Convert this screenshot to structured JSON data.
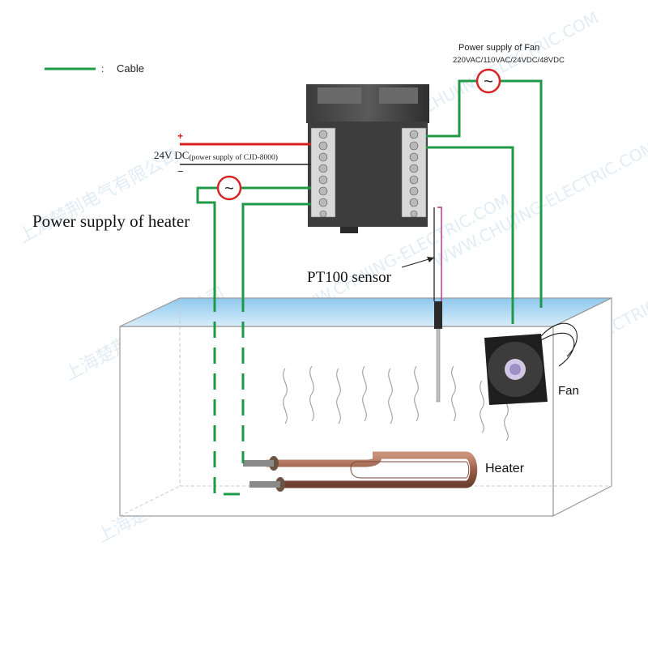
{
  "legend": {
    "marker": ":",
    "label": "Cable"
  },
  "fan_supply": {
    "title": "Power supply  of Fan",
    "voltages": "220VAC/110VAC/24VDC/48VDC",
    "symbol": "~"
  },
  "dc_supply": {
    "plus": "+",
    "minus": "−",
    "label_main": "24V DC",
    "label_sub": "(power supply of CJD-8000)"
  },
  "heater_supply": {
    "label": "Power supply of heater",
    "symbol": "~"
  },
  "sensor": {
    "label": "PT100 sensor"
  },
  "components": {
    "fan": "Fan",
    "heater": "Heater"
  },
  "watermark": {
    "cn": "上海楚荆电气有限公司",
    "url": "WWW.CHUJING-ELECTRIC.COM"
  },
  "colors": {
    "cable": "#1e9a47",
    "dc_positive": "#d81e1e",
    "dc_negative": "#222222",
    "supply_ring": "#d62525",
    "water": "#a9d3ef",
    "sensor_wire": "#b4337e"
  }
}
